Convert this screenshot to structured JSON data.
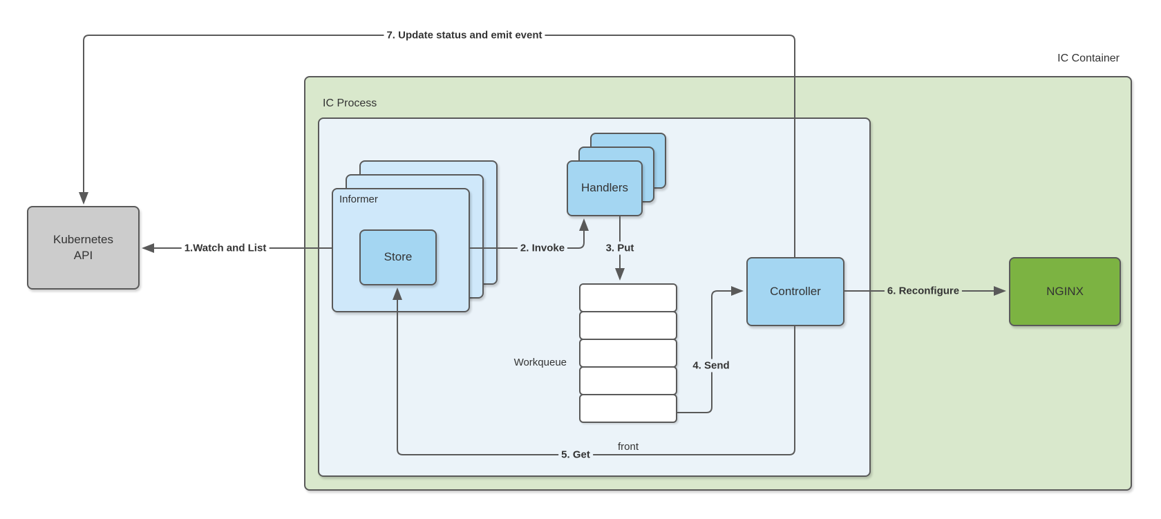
{
  "colors": {
    "stroke": "#595959",
    "text": "#333333",
    "container-fill": "#d9e8cc",
    "process-fill": "#ebf3f9",
    "informer-fill": "#cfe8fa",
    "node-fill": "#a4d6f2",
    "k8s-fill": "#cccccc",
    "nginx-fill": "#7cb342",
    "queue-cell-fill": "#ffffff"
  },
  "containers": {
    "ic_container": {
      "label": "IC Container"
    },
    "ic_process": {
      "label": "IC Process"
    }
  },
  "nodes": {
    "kubernetes_api": {
      "label": "Kubernetes\nAPI"
    },
    "informer": {
      "label": "Informer"
    },
    "store": {
      "label": "Store"
    },
    "handlers": {
      "label": "Handlers"
    },
    "workqueue": {
      "label": "Workqueue",
      "front_label": "front",
      "cell_count": 5
    },
    "controller": {
      "label": "Controller"
    },
    "nginx": {
      "label": "NGINX"
    }
  },
  "arrows": {
    "watch_and_list": {
      "label": "1.Watch and List"
    },
    "invoke": {
      "label": "2. Invoke"
    },
    "put": {
      "label": "3. Put"
    },
    "send": {
      "label": "4. Send"
    },
    "get": {
      "label": "5. Get"
    },
    "reconfigure": {
      "label": "6. Reconfigure"
    },
    "update_status": {
      "label": "7. Update status and emit event"
    }
  }
}
